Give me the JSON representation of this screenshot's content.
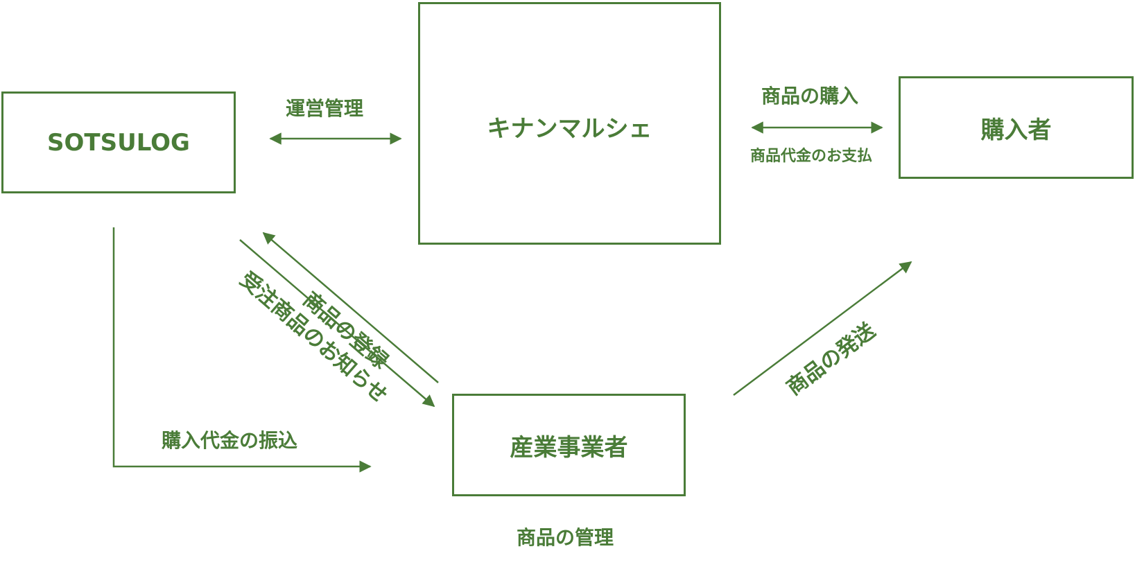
{
  "colors": {
    "accent": "#4a7c38"
  },
  "nodes": {
    "sotsulog": "SOTSULOG",
    "kinan_marche": "キナンマルシェ",
    "purchaser": "購入者",
    "producer": "産業事業者"
  },
  "edges": {
    "management": "運営管理",
    "purchase": "商品の購入",
    "payment": "商品代金のお支払",
    "registration": "商品の登録",
    "order_notice": "受注商品のお知らせ",
    "shipping": "商品の発送",
    "transfer": "購入代金の振込"
  },
  "notes": {
    "product_management": "商品の管理"
  }
}
